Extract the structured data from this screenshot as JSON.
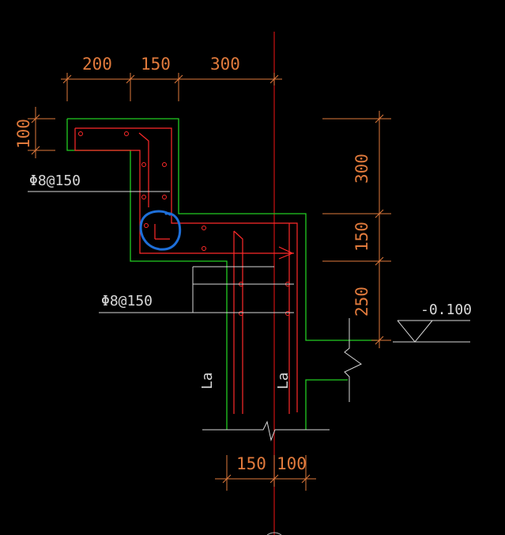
{
  "colors": {
    "background": "#000000",
    "outline": "#22cc22",
    "rebar": "#ff2a2a",
    "dimension": "#e07a3c",
    "leader": "#d8d8d8",
    "axis": "#cc1111",
    "highlight": "#1e6fd9"
  },
  "dimensions": {
    "top": [
      "200",
      "150",
      "300"
    ],
    "left": "100",
    "right": [
      "300",
      "150",
      "250"
    ],
    "bottom": [
      "150",
      "100"
    ]
  },
  "labels": {
    "rebar_upper": "Φ8@150",
    "rebar_lower": "Φ8@150",
    "anchor_left": "La",
    "anchor_right": "La",
    "elevation": "-0.100"
  }
}
